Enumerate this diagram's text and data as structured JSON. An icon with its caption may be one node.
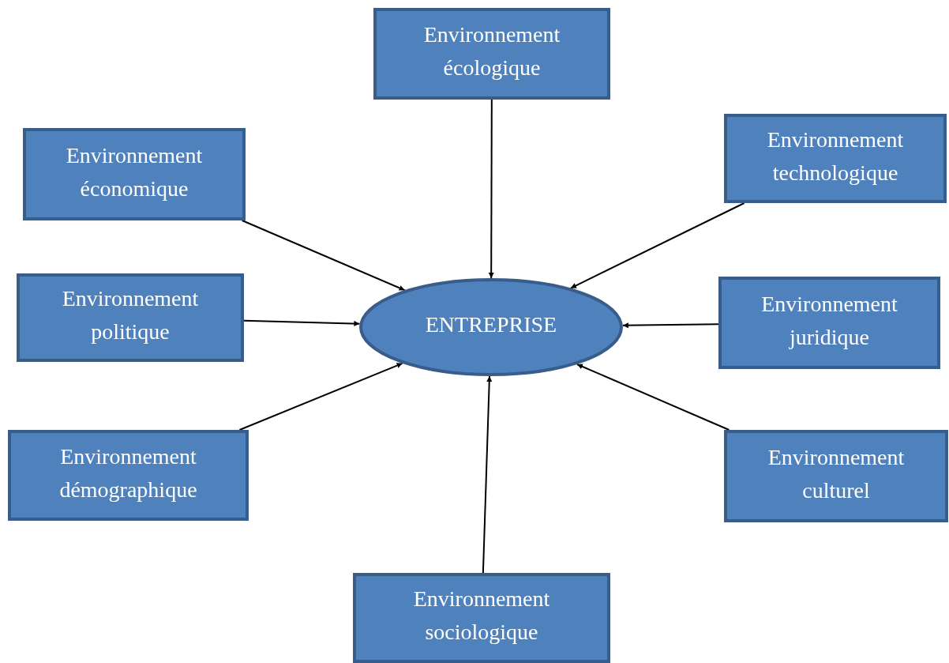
{
  "diagram": {
    "nodes": [
      {
        "text": [
          "Environnement écologique"
        ]
      },
      {
        "text": [
          "Environnement économique"
        ]
      },
      {
        "text": [
          "Environnement technologique"
        ]
      },
      {
        "text": [
          "Environnement politique"
        ]
      },
      {
        "text": [
          "ENTREPRISE"
        ]
      },
      {
        "text": [
          "Environnement juridique"
        ]
      },
      {
        "text": [
          "Environnement démographique"
        ]
      },
      {
        "text": [
          "Environnement culturel"
        ]
      },
      {
        "text": [
          "Environnement sociologique"
        ]
      }
    ],
    "edges": [
      {
        "from": 0,
        "to": 4,
        "arrow": "to"
      },
      {
        "from": 1,
        "to": 4,
        "arrow": "to"
      },
      {
        "from": 2,
        "to": 4,
        "arrow": "to"
      },
      {
        "from": 3,
        "to": 4,
        "arrow": "to"
      },
      {
        "from": 5,
        "to": 4,
        "arrow": "to"
      },
      {
        "from": 6,
        "to": 4,
        "arrow": "to"
      },
      {
        "from": 7,
        "to": 4,
        "arrow": "to"
      },
      {
        "from": 8,
        "to": 4,
        "arrow": "to"
      }
    ]
  }
}
